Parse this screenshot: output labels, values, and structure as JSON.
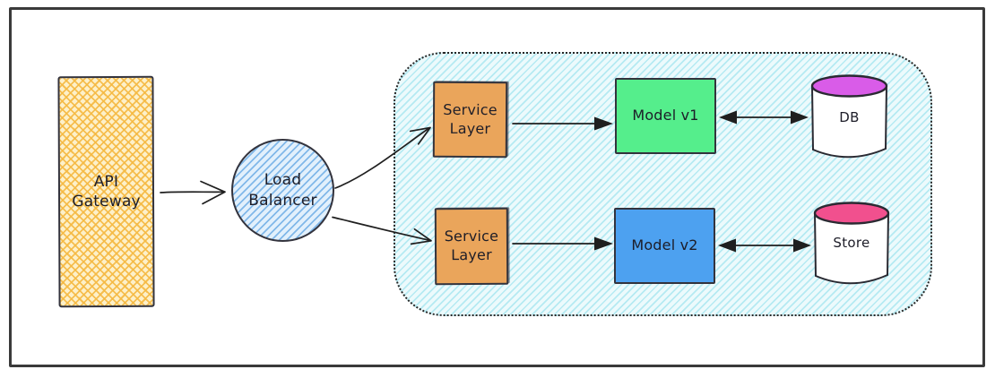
{
  "diagram": {
    "kind": "hand-drawn architecture diagram",
    "nodes": {
      "api_gateway": {
        "label": "API\nGateway",
        "shape": "rectangle",
        "fill": "#f5b942",
        "fill_style": "cross-hatch"
      },
      "load_balancer": {
        "label": "Load\nBalancer",
        "shape": "circle",
        "fill": "#70aee6",
        "fill_style": "hachure"
      },
      "service_layer_top": {
        "label": "Service\nLayer",
        "shape": "rectangle",
        "fill": "#eaa55b",
        "fill_style": "solid"
      },
      "service_layer_bottom": {
        "label": "Service\nLayer",
        "shape": "rectangle",
        "fill": "#eaa55b",
        "fill_style": "solid"
      },
      "model_v1": {
        "label": "Model v1",
        "shape": "rectangle",
        "fill": "#55ee8c",
        "fill_style": "solid"
      },
      "model_v2": {
        "label": "Model v2",
        "shape": "rectangle",
        "fill": "#4da1f0",
        "fill_style": "solid"
      },
      "db": {
        "label": "DB",
        "shape": "cylinder",
        "top_fill": "#d95ce8",
        "body_fill": "#ffffff"
      },
      "store": {
        "label": "Store",
        "shape": "cylinder",
        "top_fill": "#f1508e",
        "body_fill": "#ffffff"
      }
    },
    "cluster": {
      "contains": [
        "service_layer_top",
        "service_layer_bottom",
        "model_v1",
        "model_v2",
        "db",
        "store"
      ],
      "border": "dotted",
      "fill": "#89ddea",
      "fill_style": "hachure"
    },
    "edges": [
      {
        "from": "api_gateway",
        "to": "load_balancer",
        "head": "open-chevron",
        "bidirectional": false
      },
      {
        "from": "load_balancer",
        "to": "service_layer_top",
        "head": "open-chevron",
        "bidirectional": false
      },
      {
        "from": "load_balancer",
        "to": "service_layer_bottom",
        "head": "open-chevron",
        "bidirectional": false
      },
      {
        "from": "service_layer_top",
        "to": "model_v1",
        "head": "solid-triangle",
        "bidirectional": false
      },
      {
        "from": "service_layer_bottom",
        "to": "model_v2",
        "head": "solid-triangle",
        "bidirectional": false
      },
      {
        "from": "model_v1",
        "to": "db",
        "head": "solid-triangle",
        "bidirectional": true
      },
      {
        "from": "model_v2",
        "to": "store",
        "head": "solid-triangle",
        "bidirectional": true
      }
    ],
    "colors": {
      "frame_border": "#3a3a3a",
      "stroke": "#1f1f1f",
      "text": "#1d1d28",
      "cluster_background": "#ecfafc"
    }
  }
}
